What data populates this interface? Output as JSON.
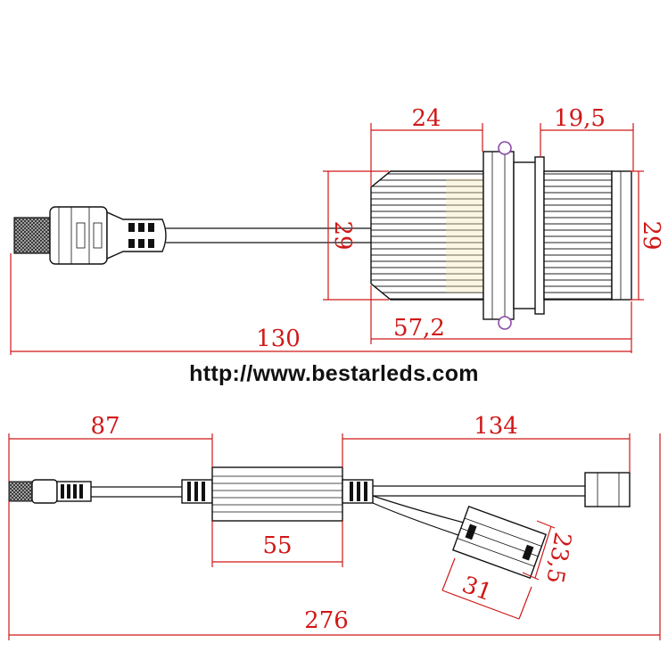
{
  "top_view": {
    "dims": {
      "body_length": "24",
      "rear_length": "19,5",
      "left_height": "29",
      "right_height": "29",
      "overall_length": "130",
      "head_length": "57,2"
    }
  },
  "website": "http://www.bestarleds.com",
  "bottom_view": {
    "dims": {
      "lead_left": "87",
      "lead_right": "134",
      "driver_length": "55",
      "plug_width": "31",
      "plug_height": "23,5",
      "overall_length": "276"
    }
  },
  "colors": {
    "dimension": "#d01818",
    "fin_highlight": "#f2e6b0",
    "clip": "#8a4aa8"
  }
}
